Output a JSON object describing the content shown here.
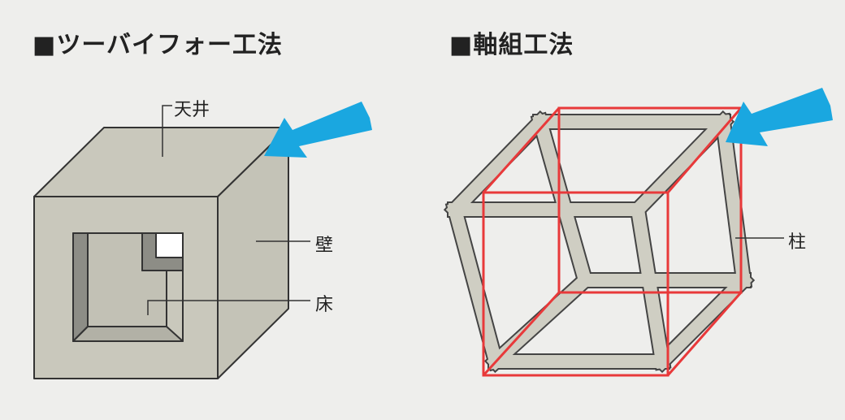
{
  "left": {
    "title": "■ツーバイフォー工法",
    "labels": {
      "ceiling": "天井",
      "wall": "壁",
      "floor": "床"
    }
  },
  "right": {
    "title": "■軸組工法",
    "labels": {
      "pillar": "柱"
    }
  },
  "colors": {
    "panel": "#c8c7bb",
    "panel_dark": "#8f8f88",
    "outline": "#333333",
    "frame_red": "#e8393a",
    "arrow": "#1aa7e0"
  }
}
